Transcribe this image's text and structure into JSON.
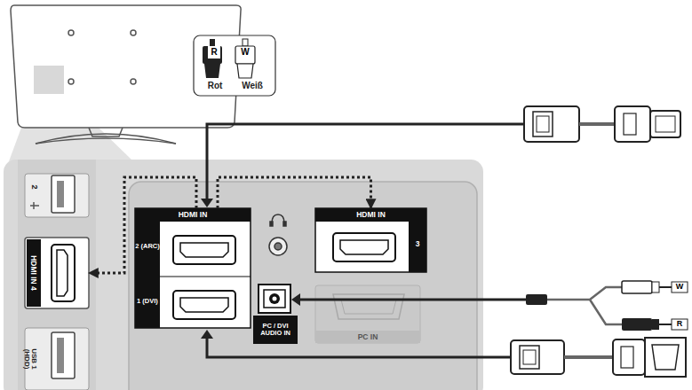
{
  "diagram": {
    "nodes": [
      {
        "text": [
          "R",
          "W",
          "Rot",
          "Weiß"
        ]
      },
      {
        "text": [
          "2"
        ]
      },
      {
        "text": [
          "HDMI IN 4"
        ]
      },
      {
        "text": [
          "USB 1 (HDD)"
        ]
      },
      {
        "text": [
          "HDMI IN",
          "2 (ARC)",
          "1 (DVI)"
        ]
      },
      {
        "text": [
          "HDMI IN",
          "3"
        ]
      },
      {
        "text": [
          "PC / DVI AUDIO IN"
        ]
      },
      {
        "text": [
          "PC IN"
        ]
      }
    ],
    "edges": [
      {
        "from": 4,
        "to": 5,
        "arrow": "to"
      },
      {
        "from": 4,
        "to": 2,
        "arrow": "to"
      }
    ],
    "labels": [
      "W",
      "R"
    ]
  }
}
